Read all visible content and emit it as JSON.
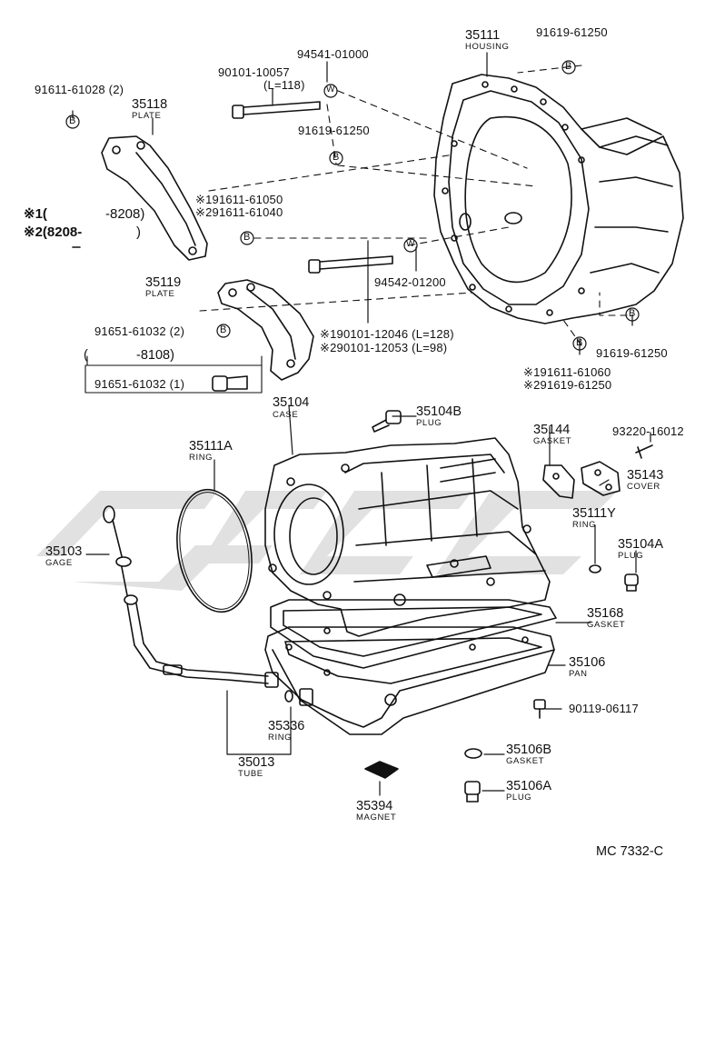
{
  "watermark": {
    "color": "#c9c9c9"
  },
  "parts": {
    "p35111": {
      "number": "35111",
      "name": "HOUSING"
    },
    "p35118": {
      "number": "35118",
      "name": "PLATE"
    },
    "p35119": {
      "number": "35119",
      "name": "PLATE"
    },
    "p35104": {
      "number": "35104",
      "name": "CASE"
    },
    "p35104b": {
      "number": "35104B",
      "name": "PLUG"
    },
    "p35144": {
      "number": "35144",
      "name": "GASKET"
    },
    "p35143": {
      "number": "35143",
      "name": "COVER"
    },
    "p35111a": {
      "number": "35111A",
      "name": "RING"
    },
    "p35111y": {
      "number": "35111Y",
      "name": "RING"
    },
    "p35104a": {
      "number": "35104A",
      "name": "PLUG"
    },
    "p35103": {
      "number": "35103",
      "name": "GAGE"
    },
    "p35168": {
      "number": "35168",
      "name": "GASKET"
    },
    "p35106": {
      "number": "35106",
      "name": "PAN"
    },
    "p35336": {
      "number": "35336",
      "name": "RING"
    },
    "p35013": {
      "number": "35013",
      "name": "TUBE"
    },
    "p35106b": {
      "number": "35106B",
      "name": "GASKET"
    },
    "p35106a": {
      "number": "35106A",
      "name": "PLUG"
    },
    "p35394": {
      "number": "35394",
      "name": "MAGNET"
    }
  },
  "fasteners": {
    "f1": "91611-61028 (2)",
    "f2": "90101-10057",
    "f2b": "(L=118)",
    "f3": "94541-01000",
    "f4": "91619-61250",
    "f5": "91619-61250",
    "f6a": "※191611-61050",
    "f6b": "※291611-61040",
    "f7": "94542-01200",
    "f8": "91651-61032 (2)",
    "f9a": "※190101-12046 (L=128)",
    "f9b": "※290101-12053 (L=98)",
    "f10": "91619-61250",
    "f11a": "※191611-61060",
    "f11b": "※291619-61250",
    "f12": "91651-61032 (1)",
    "f13": "93220-16012",
    "f14": "90119-06117"
  },
  "notes": {
    "n1a": "※1(",
    "n1b": "-8208)",
    "n2": "※2(8208-",
    "n2b": ")",
    "n3": "(",
    "n3b": "-8108)"
  },
  "markers": {
    "b": "B",
    "w": "W"
  },
  "code": "MC 7332-C"
}
